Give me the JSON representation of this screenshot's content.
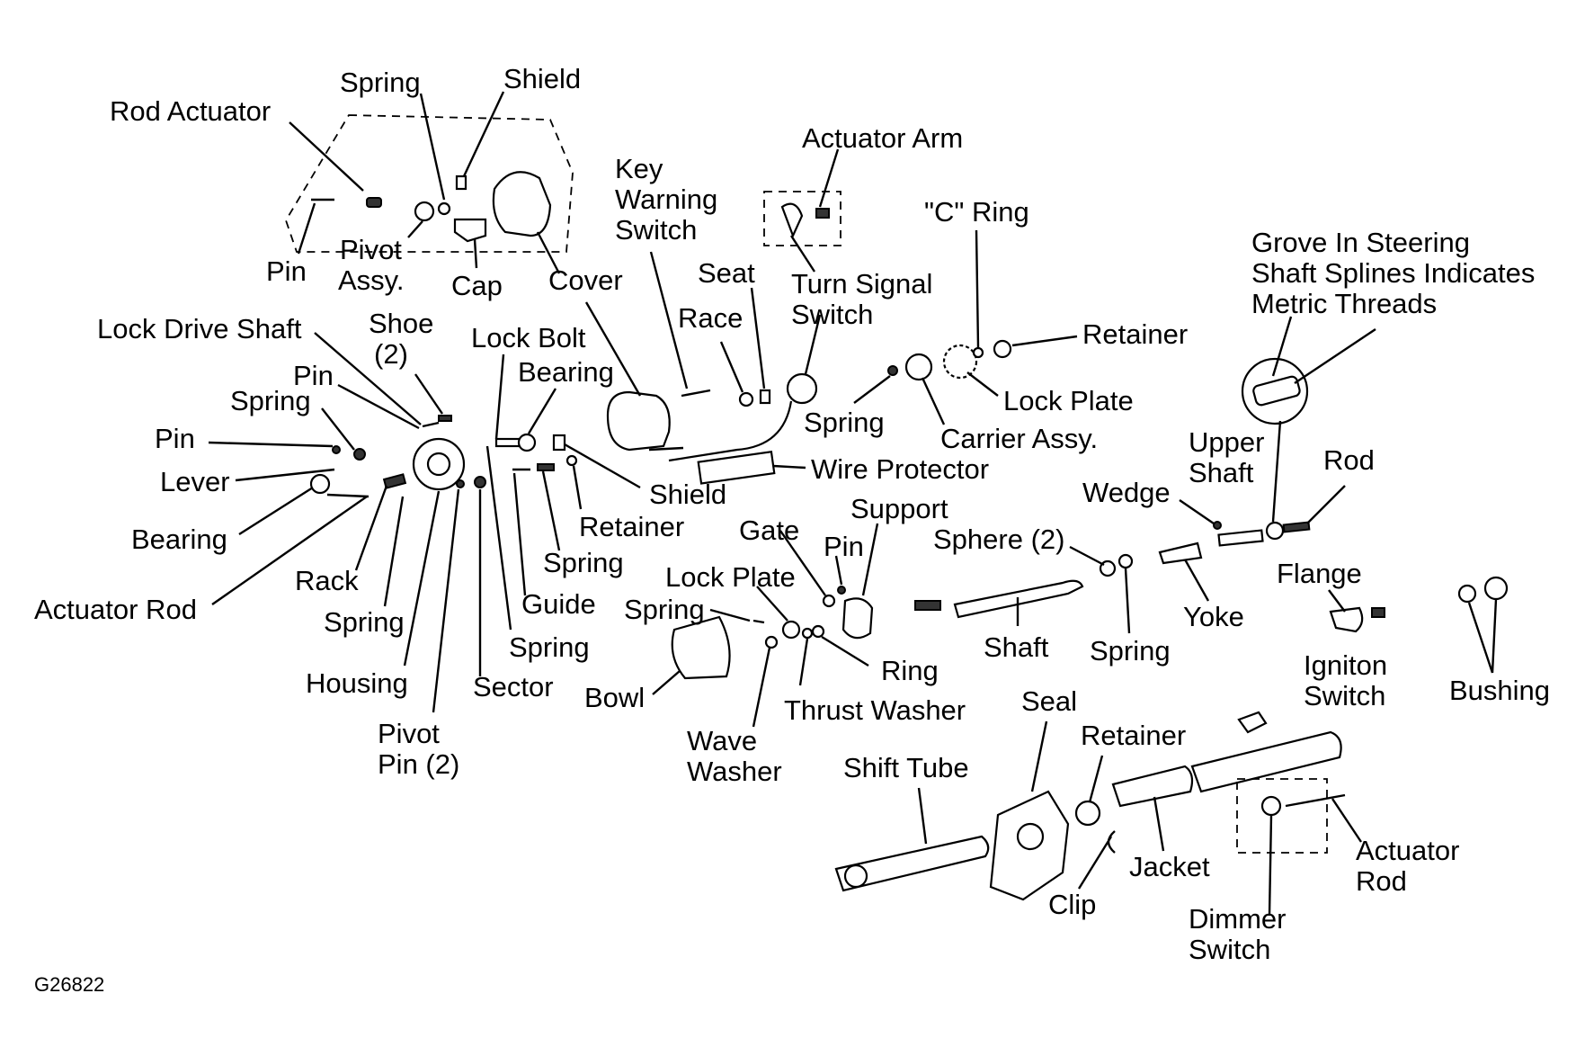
{
  "diagram": {
    "figure_id": "G26822",
    "labels": {
      "rod_actuator": "Rod Actuator",
      "spring_top": "Spring",
      "shield_top": "Shield",
      "pin_top": "Pin",
      "pivot_assy_1": "Pivot",
      "pivot_assy_2": "Assy.",
      "cap": "Cap",
      "cover": "Cover",
      "key_warning_1": "Key",
      "key_warning_2": "Warning",
      "key_warning_3": "Switch",
      "actuator_arm": "Actuator Arm",
      "seat": "Seat",
      "turn_signal_1": "Turn Signal",
      "turn_signal_2": "Switch",
      "c_ring": "\"C\" Ring",
      "grove_1": "Grove In Steering",
      "grove_2": "Shaft Splines Indicates",
      "grove_3": "Metric Threads",
      "lock_drive_shaft": "Lock Drive Shaft",
      "shoe_1": "Shoe",
      "shoe_2": "(2)",
      "lock_bolt": "Lock Bolt",
      "race": "Race",
      "retainer_top": "Retainer",
      "pin_left_1": "Pin",
      "bearing_mid": "Bearing",
      "lock_plate_top": "Lock Plate",
      "spring_left": "Spring",
      "spring_mid": "Spring",
      "carrier_assy": "Carrier Assy.",
      "pin_left_2": "Pin",
      "shield_mid": "Shield",
      "wire_protector": "Wire Protector",
      "upper_shaft_1": "Upper",
      "upper_shaft_2": "Shaft",
      "rod_right": "Rod",
      "lever": "Lever",
      "wedge": "Wedge",
      "support": "Support",
      "retainer_mid": "Retainer",
      "bearing_left": "Bearing",
      "gate": "Gate",
      "sphere": "Sphere (2)",
      "pin_center": "Pin",
      "spring_guide": "Spring",
      "rack": "Rack",
      "lock_plate_center": "Lock Plate",
      "flange": "Flange",
      "actuator_rod_left": "Actuator Rod",
      "guide": "Guide",
      "spring_center": "Spring",
      "yoke": "Yoke",
      "spring_rack": "Spring",
      "shaft": "Shaft",
      "spring_shaft": "Spring",
      "spring_sector": "Spring",
      "ring": "Ring",
      "ignition_1": "Igniton",
      "ignition_2": "Switch",
      "housing": "Housing",
      "sector": "Sector",
      "bowl": "Bowl",
      "bushing": "Bushing",
      "seal": "Seal",
      "thrust_washer": "Thrust Washer",
      "pivot_pin_1": "Pivot",
      "pivot_pin_2": "Pin (2)",
      "retainer_bottom": "Retainer",
      "wave_washer_1": "Wave",
      "wave_washer_2": "Washer",
      "shift_tube": "Shift Tube",
      "actuator_rod_right_1": "Actuator",
      "actuator_rod_right_2": "Rod",
      "jacket": "Jacket",
      "clip": "Clip",
      "dimmer_1": "Dimmer",
      "dimmer_2": "Switch"
    }
  }
}
